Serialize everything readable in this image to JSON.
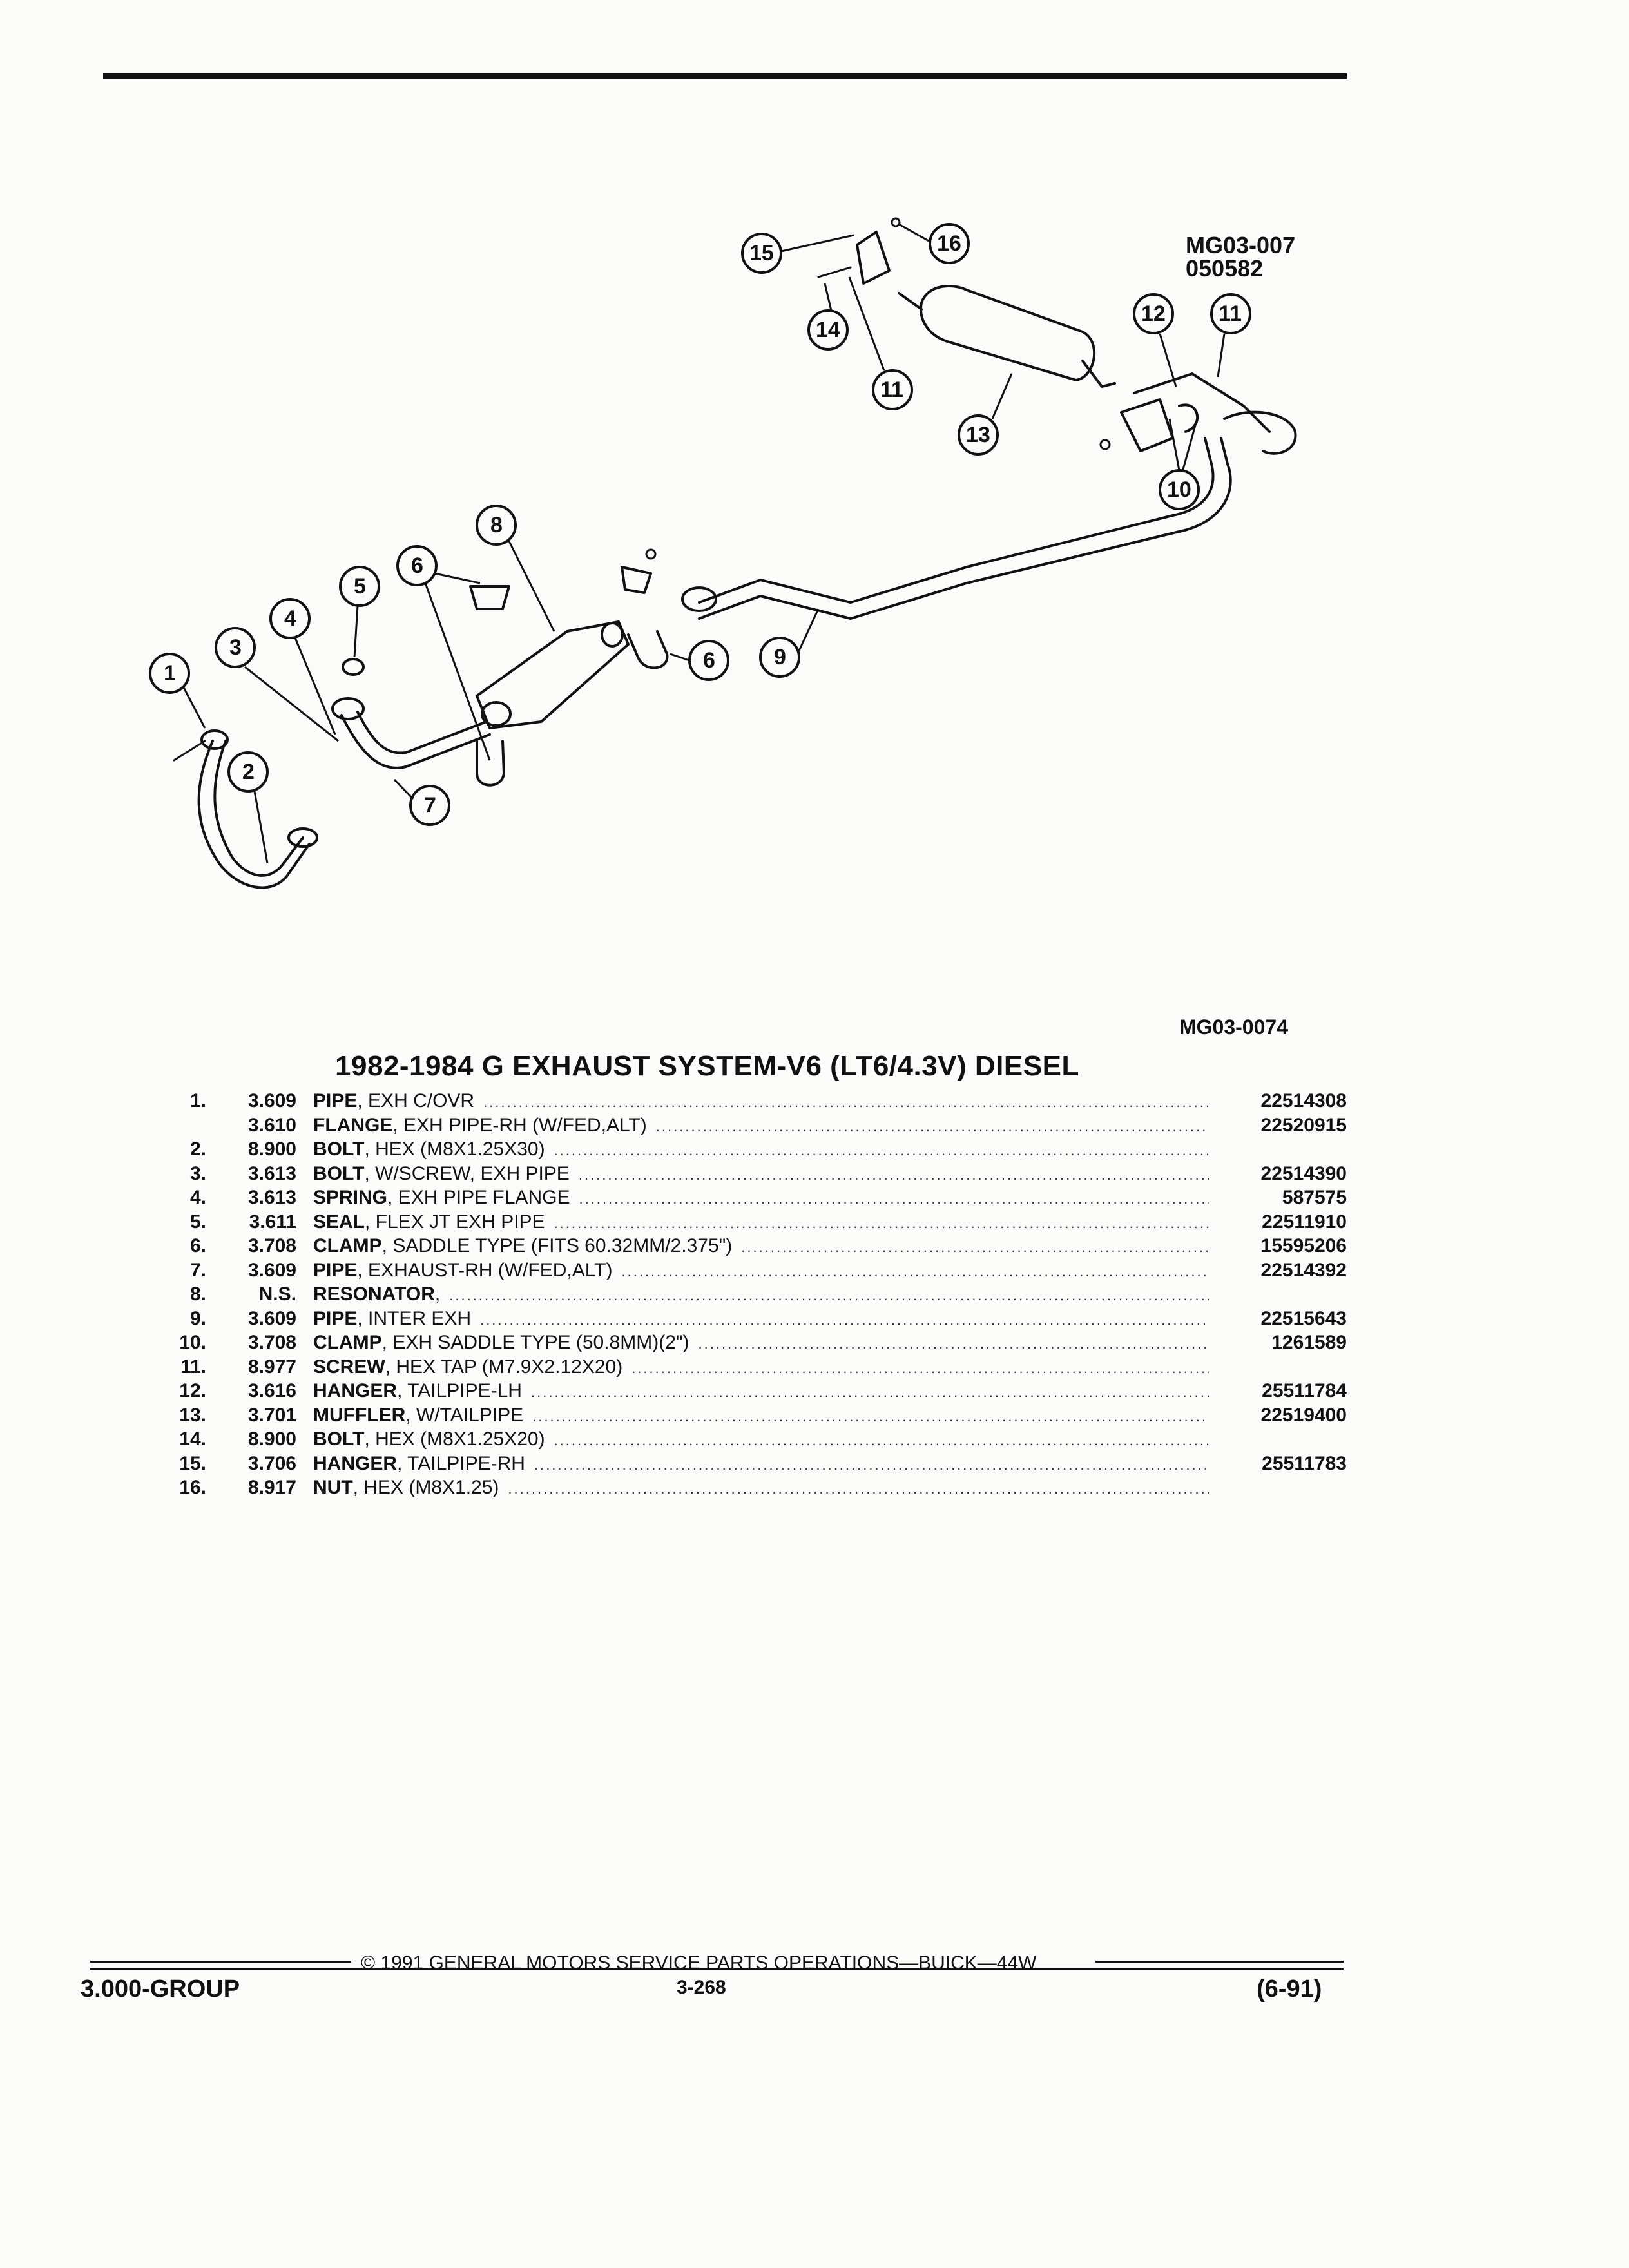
{
  "diagram": {
    "callouts": [
      {
        "label": "1"
      },
      {
        "label": "2"
      },
      {
        "label": "3"
      },
      {
        "label": "4"
      },
      {
        "label": "5"
      },
      {
        "label": "6"
      },
      {
        "label": "6"
      },
      {
        "label": "7"
      },
      {
        "label": "8"
      },
      {
        "label": "9"
      },
      {
        "label": "10"
      },
      {
        "label": "11"
      },
      {
        "label": "11"
      },
      {
        "label": "12"
      },
      {
        "label": "13"
      },
      {
        "label": "14"
      },
      {
        "label": "15"
      },
      {
        "label": "16"
      }
    ],
    "ref_code_top": "MG03-007",
    "ref_date_top": "050582",
    "ref_code_bottom": "MG03-0074"
  },
  "section": {
    "title": "1982-1984 G EXHAUST SYSTEM-V6 (LT6/4.3V) DIESEL"
  },
  "parts": [
    {
      "num": "1.",
      "group": "3.609",
      "name": "PIPE",
      "desc": " , EXH C/OVR",
      "pn": "22514308"
    },
    {
      "num": "",
      "group": "3.610",
      "name": "FLANGE",
      "desc": " , EXH PIPE-RH (W/FED,ALT)",
      "pn": "22520915"
    },
    {
      "num": "2.",
      "group": "8.900",
      "name": "BOLT",
      "desc": " , HEX (M8X1.25X30)",
      "pn": ""
    },
    {
      "num": "3.",
      "group": "3.613",
      "name": "BOLT",
      "desc": " , W/SCREW, EXH PIPE",
      "pn": "22514390"
    },
    {
      "num": "4.",
      "group": "3.613",
      "name": "SPRING",
      "desc": " , EXH PIPE FLANGE",
      "pn": "587575"
    },
    {
      "num": "5.",
      "group": "3.611",
      "name": "SEAL",
      "desc": " , FLEX JT EXH PIPE",
      "pn": "22511910"
    },
    {
      "num": "6.",
      "group": "3.708",
      "name": "CLAMP",
      "desc": " , SADDLE TYPE (FITS 60.32MM/2.375\")",
      "pn": "15595206"
    },
    {
      "num": "7.",
      "group": "3.609",
      "name": "PIPE",
      "desc": " , EXHAUST-RH (W/FED,ALT)",
      "pn": "22514392"
    },
    {
      "num": "8.",
      "group": "N.S.",
      "name": "RESONATOR",
      "desc": " ,",
      "pn": ""
    },
    {
      "num": "9.",
      "group": "3.609",
      "name": "PIPE",
      "desc": " , INTER EXH",
      "pn": "22515643"
    },
    {
      "num": "10.",
      "group": "3.708",
      "name": "CLAMP",
      "desc": " , EXH SADDLE TYPE (50.8MM)(2\")",
      "pn": "1261589"
    },
    {
      "num": "11.",
      "group": "8.977",
      "name": "SCREW",
      "desc": " , HEX TAP (M7.9X2.12X20)",
      "pn": ""
    },
    {
      "num": "12.",
      "group": "3.616",
      "name": "HANGER",
      "desc": " , TAILPIPE-LH",
      "pn": "25511784"
    },
    {
      "num": "13.",
      "group": "3.701",
      "name": "MUFFLER",
      "desc": " , W/TAILPIPE",
      "pn": "22519400"
    },
    {
      "num": "14.",
      "group": "8.900",
      "name": "BOLT",
      "desc": " , HEX (M8X1.25X20)",
      "pn": ""
    },
    {
      "num": "15.",
      "group": "3.706",
      "name": "HANGER",
      "desc": " , TAILPIPE-RH",
      "pn": "25511783"
    },
    {
      "num": "16.",
      "group": "8.917",
      "name": "NUT",
      "desc": " , HEX (M8X1.25)",
      "pn": ""
    }
  ],
  "footer": {
    "copyright": "© 1991 GENERAL MOTORS SERVICE PARTS OPERATIONS—BUICK—44W",
    "page": "3-268",
    "group": "3.000-GROUP",
    "date": "(6-91)"
  }
}
